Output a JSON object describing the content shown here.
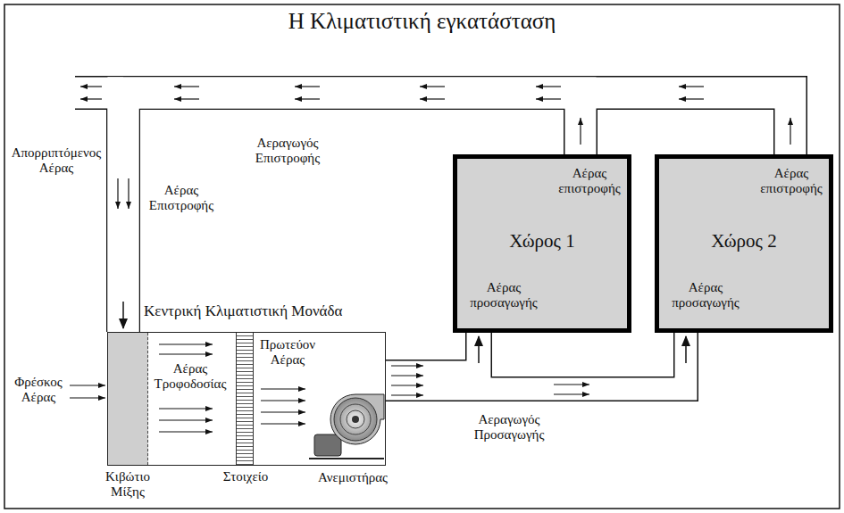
{
  "diagram": {
    "title": "Η Κλιματιστική εγκατάσταση",
    "nodes": [
      {
        "text": [
          "Κεντρική Κλιματιστική Μονάδα"
        ]
      },
      {
        "text": [
          "Κιβώτιο Μίξης"
        ],
        "in": 0
      },
      {
        "text": [
          "Στοιχείο"
        ],
        "in": 0
      },
      {
        "text": [
          "Αέρας επιστροφής",
          "Χώρος 1",
          "Αέρας προσαγωγής"
        ]
      },
      {
        "text": [
          "Αέρας επιστροφής",
          "Χώρος 2",
          "Αέρας προσαγωγής"
        ]
      }
    ],
    "edges": [
      {
        "from": 0,
        "to": 3,
        "arrow": "to"
      },
      {
        "from": 0,
        "to": 4,
        "arrow": "to",
        "label": "Αεραγωγός Προσαγωγής"
      },
      {
        "from": 3,
        "to": 0,
        "arrow": "to",
        "label": "Αεραγωγός Επιστροφής"
      },
      {
        "from": 4,
        "to": 0,
        "arrow": "to"
      }
    ],
    "labels": [
      "Απορριπτόμενος Αέρας",
      "Αέρας Επιστροφής",
      "Φρέσκος Αέρας",
      "Αέρας Τροφοδοσίας",
      "Πρωτεύον Αέρας",
      "Ανεμιστήρας"
    ]
  }
}
